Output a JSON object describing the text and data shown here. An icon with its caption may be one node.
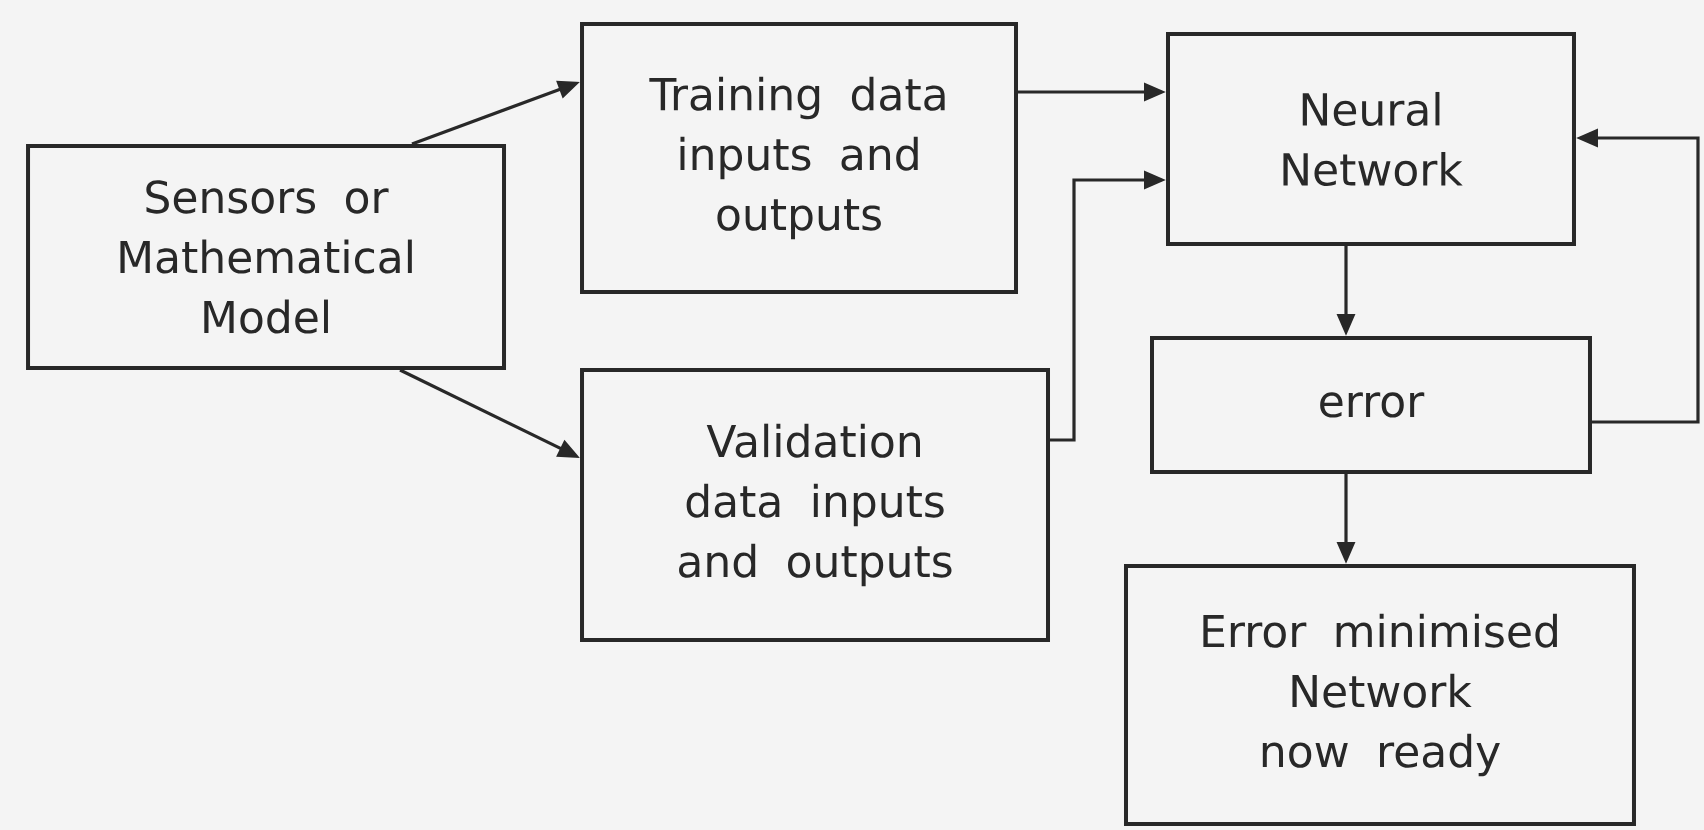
{
  "diagram": {
    "nodes": [
      {
        "text": [
          "Sensors or Mathematical Model"
        ]
      },
      {
        "text": [
          "Training data inputs and outputs"
        ]
      },
      {
        "text": [
          "Validation data inputs and outputs"
        ]
      },
      {
        "text": [
          "Neural Network"
        ]
      },
      {
        "text": [
          "error"
        ]
      },
      {
        "text": [
          "Error minimised Network now ready"
        ]
      }
    ],
    "edges": [
      {
        "from": 0,
        "to": 1,
        "arrow": "to"
      },
      {
        "from": 0,
        "to": 2,
        "arrow": "to"
      },
      {
        "from": 1,
        "to": 3,
        "arrow": "to"
      },
      {
        "from": 2,
        "to": 3,
        "arrow": "to"
      },
      {
        "from": 3,
        "to": 4,
        "arrow": "to"
      },
      {
        "from": 4,
        "to": 5,
        "arrow": "to"
      },
      {
        "from": 4,
        "to": 3,
        "arrow": "to"
      }
    ]
  }
}
